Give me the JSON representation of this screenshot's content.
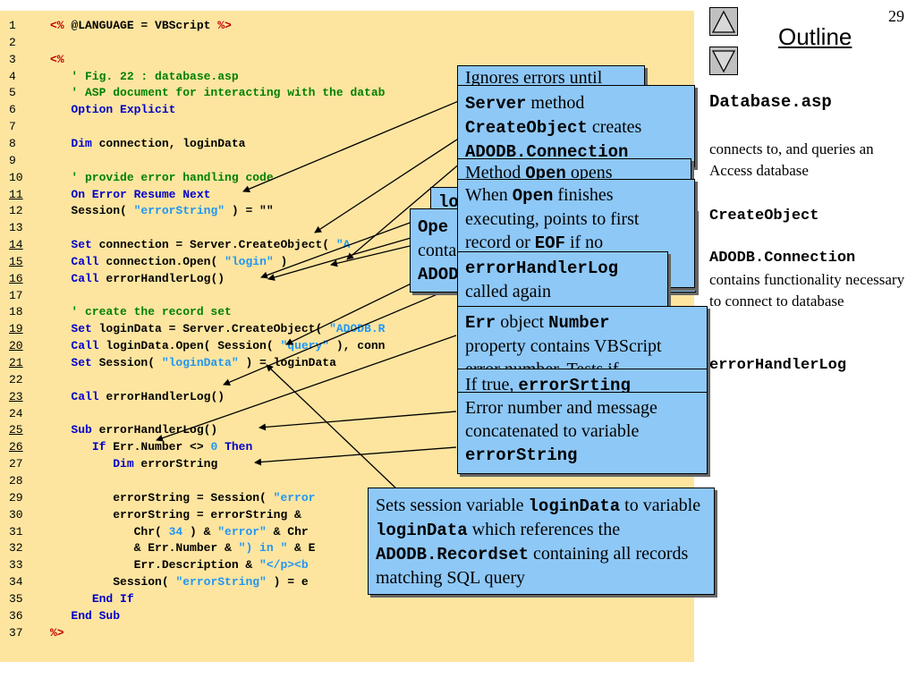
{
  "slide": {
    "page_number": "29",
    "outline_title": "Outline",
    "nav": {
      "up_icon": "triangle-up-icon",
      "down_icon": "triangle-down-icon"
    }
  },
  "code": {
    "lines": [
      {
        "n": "1",
        "ul": false,
        "parts": [
          [
            "dl",
            "<% "
          ],
          [
            "",
            "@LANGUAGE = VBScript "
          ],
          [
            "dl",
            "%>"
          ]
        ]
      },
      {
        "n": "2",
        "ul": false,
        "parts": []
      },
      {
        "n": "3",
        "ul": false,
        "parts": [
          [
            "dl",
            "<%"
          ]
        ]
      },
      {
        "n": "4",
        "ul": false,
        "parts": [
          [
            "",
            "   "
          ],
          [
            "cm",
            "' Fig. 22 : database.asp"
          ]
        ]
      },
      {
        "n": "5",
        "ul": false,
        "parts": [
          [
            "",
            "   "
          ],
          [
            "cm",
            "' ASP document for interacting with the datab"
          ]
        ]
      },
      {
        "n": "6",
        "ul": false,
        "parts": [
          [
            "",
            "   "
          ],
          [
            "kw",
            "Option Explicit"
          ]
        ]
      },
      {
        "n": "7",
        "ul": false,
        "parts": []
      },
      {
        "n": "8",
        "ul": false,
        "parts": [
          [
            "",
            "   "
          ],
          [
            "kw",
            "Dim"
          ],
          [
            "",
            " connection, loginData"
          ]
        ]
      },
      {
        "n": "9",
        "ul": false,
        "parts": []
      },
      {
        "n": "10",
        "ul": false,
        "parts": [
          [
            "",
            "   "
          ],
          [
            "cm",
            "' provide error handling code"
          ]
        ]
      },
      {
        "n": "11",
        "ul": true,
        "parts": [
          [
            "",
            "   "
          ],
          [
            "kw",
            "On Error Resume Next"
          ]
        ]
      },
      {
        "n": "12",
        "ul": false,
        "parts": [
          [
            "",
            "   Session( "
          ],
          [
            "st",
            "\"errorString\""
          ],
          [
            "",
            " ) = \"\""
          ]
        ]
      },
      {
        "n": "13",
        "ul": false,
        "parts": []
      },
      {
        "n": "14",
        "ul": true,
        "parts": [
          [
            "",
            "   "
          ],
          [
            "kw",
            "Set"
          ],
          [
            "",
            " connection = Server.CreateObject( "
          ],
          [
            "st",
            "\"A"
          ]
        ]
      },
      {
        "n": "15",
        "ul": true,
        "parts": [
          [
            "",
            "   "
          ],
          [
            "kw",
            "Call"
          ],
          [
            "",
            " connection.Open( "
          ],
          [
            "st",
            "\"login\""
          ],
          [
            "",
            " )"
          ]
        ]
      },
      {
        "n": "16",
        "ul": true,
        "parts": [
          [
            "",
            "   "
          ],
          [
            "kw",
            "Call"
          ],
          [
            "",
            " errorHandlerLog()"
          ]
        ]
      },
      {
        "n": "17",
        "ul": false,
        "parts": []
      },
      {
        "n": "18",
        "ul": false,
        "parts": [
          [
            "",
            "   "
          ],
          [
            "cm",
            "' create the record set"
          ]
        ]
      },
      {
        "n": "19",
        "ul": true,
        "parts": [
          [
            "",
            "   "
          ],
          [
            "kw",
            "Set"
          ],
          [
            "",
            " loginData = Server.CreateObject( "
          ],
          [
            "st",
            "\"ADODB.R"
          ]
        ]
      },
      {
        "n": "20",
        "ul": true,
        "parts": [
          [
            "",
            "   "
          ],
          [
            "kw",
            "Call"
          ],
          [
            "",
            " loginData.Open( Session( "
          ],
          [
            "st",
            "\"query\""
          ],
          [
            "",
            " ), conn"
          ]
        ]
      },
      {
        "n": "21",
        "ul": true,
        "parts": [
          [
            "",
            "   "
          ],
          [
            "kw",
            "Set"
          ],
          [
            "",
            " Session( "
          ],
          [
            "st",
            "\"loginData\""
          ],
          [
            "",
            " ) = loginData"
          ]
        ]
      },
      {
        "n": "22",
        "ul": false,
        "parts": []
      },
      {
        "n": "23",
        "ul": true,
        "parts": [
          [
            "",
            "   "
          ],
          [
            "kw",
            "Call"
          ],
          [
            "",
            " errorHandlerLog()"
          ]
        ]
      },
      {
        "n": "24",
        "ul": false,
        "parts": []
      },
      {
        "n": "25",
        "ul": true,
        "parts": [
          [
            "",
            "   "
          ],
          [
            "kw",
            "Sub"
          ],
          [
            "",
            " errorHandlerLog()"
          ]
        ]
      },
      {
        "n": "26",
        "ul": true,
        "parts": [
          [
            "",
            "      "
          ],
          [
            "kw",
            "If"
          ],
          [
            "",
            " Err.Number <> "
          ],
          [
            "st",
            "0"
          ],
          [
            "",
            ""
          ],
          [
            "kw",
            " Then"
          ]
        ]
      },
      {
        "n": "27",
        "ul": false,
        "parts": [
          [
            "",
            "         "
          ],
          [
            "kw",
            "Dim"
          ],
          [
            "",
            " errorString"
          ]
        ]
      },
      {
        "n": "28",
        "ul": false,
        "parts": []
      },
      {
        "n": "29",
        "ul": false,
        "parts": [
          [
            "",
            "         errorString = Session( "
          ],
          [
            "st",
            "\"error"
          ]
        ]
      },
      {
        "n": "30",
        "ul": false,
        "parts": [
          [
            "",
            "         errorString = errorString & "
          ]
        ]
      },
      {
        "n": "31",
        "ul": false,
        "parts": [
          [
            "",
            "            Chr( "
          ],
          [
            "st",
            "34"
          ],
          [
            "",
            " ) & "
          ],
          [
            "st",
            "\"error\""
          ],
          [
            "",
            " & Chr"
          ]
        ]
      },
      {
        "n": "32",
        "ul": false,
        "parts": [
          [
            "",
            "            & Err.Number & "
          ],
          [
            "st",
            "\") in \""
          ],
          [
            "",
            " & E"
          ]
        ]
      },
      {
        "n": "33",
        "ul": false,
        "parts": [
          [
            "",
            "            Err.Description & "
          ],
          [
            "st",
            "\"</p><b"
          ]
        ]
      },
      {
        "n": "34",
        "ul": false,
        "parts": [
          [
            "",
            "         Session( "
          ],
          [
            "st",
            "\"errorString\""
          ],
          [
            "",
            " ) = e"
          ]
        ]
      },
      {
        "n": "35",
        "ul": false,
        "parts": [
          [
            "",
            "      "
          ],
          [
            "kw",
            "End If"
          ]
        ]
      },
      {
        "n": "36",
        "ul": false,
        "parts": [
          [
            "",
            "   "
          ],
          [
            "kw",
            "End Sub"
          ]
        ]
      },
      {
        "n": "37",
        "ul": false,
        "parts": [
          [
            "dl",
            "%>"
          ]
        ]
      }
    ]
  },
  "callouts": {
    "c1": {
      "text": "Ignores errors until"
    },
    "c2": {
      "mono1": "Server",
      "t1": " method",
      "mono2": "CreateObject",
      "t2": " creates",
      "mono3": "ADODB.Connection"
    },
    "c3": {
      "t1": "Method ",
      "mono1": "Open",
      "t2": " opens"
    },
    "c4": {
      "mono1": "lo"
    },
    "c5": {
      "mono1": "Ope",
      "t2": "conta",
      "mono2": "ADOD"
    },
    "c6": {
      "t1": "When ",
      "mono1": "Open",
      "t2": "  finishes executing, points to first record or ",
      "mono2": "EOF",
      "t3": " if no"
    },
    "c7": {
      "mono1": "errorHandlerLog",
      "t1": "called again"
    },
    "c8": {
      "mono1": "Err",
      "t1": " object ",
      "mono2": "Number",
      "t2": "property contains VBScript",
      "t3": "error number. Tests if"
    },
    "c9": {
      "t1": "If true, ",
      "mono1": "errorSrting"
    },
    "c10": {
      "t1": "Error number and message concatenated to variable",
      "mono1": "errorString"
    },
    "c11": {
      "t1": "Sets session variable ",
      "mono1": "loginData",
      "t2": " to variable ",
      "mono2": "loginData",
      "t3": " which references the ",
      "mono3": "ADODB.Recordset",
      "t4": " containing all records matching SQL query"
    }
  },
  "sidebar": {
    "file_name": "Database.asp",
    "file_desc": "connects to, and queries an Access database",
    "term1": "CreateObject",
    "term2": "ADODB.Connection",
    "term2_desc": "contains functionality necessary to connect to database",
    "term3": "errorHandlerLog"
  }
}
